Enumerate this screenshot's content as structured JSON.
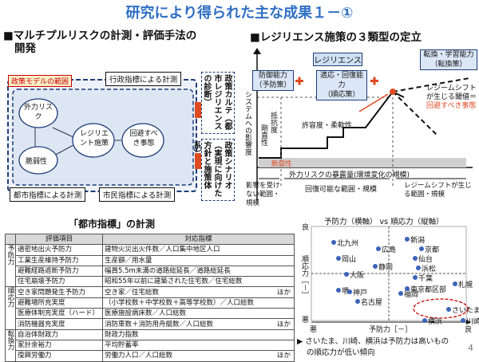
{
  "title": "研究により得られた主な成果１－①",
  "left_heading_line1": "■マルチプルリスクの計測・評価手法の",
  "left_heading_line2": "開発",
  "right_heading": "■レジリエンス施策の３類型の定立",
  "model": {
    "range_label": "政策モデルの範囲",
    "admin_label": "行政指標による計測",
    "external_risk": "外力リスク",
    "vulnerability": "脆弱性",
    "resilience_policy": "レジリエント施策",
    "avoid": "回避すべき事態",
    "city_label": "都市指標による計測",
    "citizen_label": "市民指標による計測",
    "karte": "政策カルテ（都市レジリエンスの診断）",
    "scenario": "政策シナリオ（実現に向けた方針と施策体系）"
  },
  "resilience": {
    "header": "レジリエンス",
    "transform": "転換・学習能力",
    "transform_sub": "（転換策）",
    "defense": "防御能力",
    "defense_sub": "（予防策）",
    "adapt": "適応・回復能力",
    "adapt_sub": "（順応策）",
    "yaxis": "システムへの影響度",
    "resist": "抵抗度",
    "rigid": "剛直性",
    "tolerance": "許容度・柔軟性",
    "regime_shift": "レジームシフト",
    "threshold": "が生じる閾値＝",
    "avoid_state": "回避すべき事態",
    "vulnerability": "脆弱性",
    "xaxis": "外力リスクの暴露量(環境変化の規模)",
    "range1": "影響を受けない範囲・規模",
    "range2": "回復可能な範囲・規模",
    "range3": "レジームシフトが生じる範囲・規模"
  },
  "table": {
    "heading": "「都市指標」の計測",
    "col1": "評価項目",
    "col2": "対応指標",
    "groups": [
      {
        "label": "予防力",
        "rows": 4
      },
      {
        "label": "順応力",
        "rows": 4
      },
      {
        "label": "転換力",
        "rows": 3
      }
    ],
    "rows": [
      {
        "item": "適密地出火予防力",
        "indicator": "建物火災出火件数／人口集中地区人口",
        "note": ""
      },
      {
        "item": "工業生産維持予防力",
        "indicator": "生産額／用水量",
        "note": ""
      },
      {
        "item": "避難経路遮断予防力",
        "indicator": "幅員5.5m未満の道路総延長／道路総延長",
        "note": ""
      },
      {
        "item": "住宅崩壊予防力",
        "indicator": "昭和55年以前に建築された住宅数／住宅総数",
        "note": ""
      },
      {
        "item": "空き家問題発生予防力",
        "indicator": "空き家／住宅総数",
        "note": "ほか"
      },
      {
        "item": "避難場所充実度",
        "indicator": "（小学校数＋中学校数＋高等学校数）／人口総数",
        "note": ""
      },
      {
        "item": "医療体制充実度（ハード）",
        "indicator": "医療施設病床数／人口総数",
        "note": ""
      },
      {
        "item": "消防機器充実度",
        "indicator": "消防車数＋消防用舟艇数／人口総数",
        "note": "ほか"
      },
      {
        "item": "自治体財政力",
        "indicator": "財政力指数",
        "note": ""
      },
      {
        "item": "家計余裕力",
        "indicator": "平均貯蓄率",
        "note": ""
      },
      {
        "item": "復興労働力",
        "indicator": "労働力人口／人口総数",
        "note": "ほか"
      }
    ]
  },
  "scatter": {
    "title": "予防力（横軸） vs 順応力（縦軸）",
    "good": "良",
    "bad": "悪",
    "y_label": "順応力［－］",
    "x_label": "予防力［－］",
    "cities": [
      "北九州",
      "広島",
      "新潟",
      "岡山",
      "静岡",
      "京都",
      "仙台",
      "浜松",
      "千葉",
      "大阪",
      "堺",
      "神戸",
      "名古屋",
      "福岡",
      "東京都区部",
      "札幌",
      "さいたま",
      "横浜",
      "川崎"
    ],
    "note_line1": "▶ さいたま、川崎、横浜は予防力は高いもの",
    "note_line2": "の順応力が低い傾向",
    "page_number": "4"
  }
}
